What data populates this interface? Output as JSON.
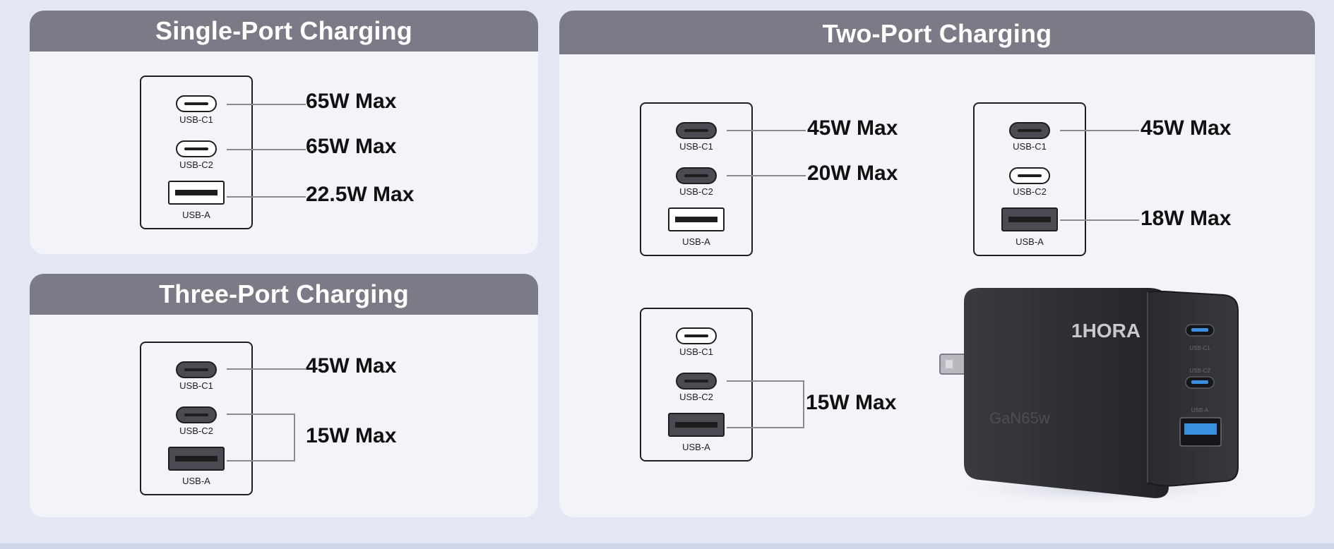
{
  "panels": {
    "single": {
      "title": "Single-Port Charging",
      "ports": [
        {
          "label": "USB-C1",
          "type": "c",
          "active": false,
          "watt": "65W Max"
        },
        {
          "label": "USB-C2",
          "type": "c",
          "active": false,
          "watt": "65W Max"
        },
        {
          "label": "USB-A",
          "type": "a",
          "active": false,
          "watt": "22.5W Max"
        }
      ]
    },
    "three": {
      "title": "Three-Port Charging",
      "ports": [
        {
          "label": "USB-C1",
          "type": "c",
          "active": true,
          "watt": "45W Max"
        },
        {
          "label": "USB-C2",
          "type": "c",
          "active": true
        },
        {
          "label": "USB-A",
          "type": "a",
          "active": true
        }
      ],
      "shared_watt": "15W Max"
    },
    "two": {
      "title": "Two-Port Charging",
      "combo1": {
        "ports": [
          {
            "label": "USB-C1",
            "type": "c",
            "active": true,
            "watt": "45W Max"
          },
          {
            "label": "USB-C2",
            "type": "c",
            "active": true,
            "watt": "20W Max"
          },
          {
            "label": "USB-A",
            "type": "a",
            "active": false
          }
        ]
      },
      "combo2": {
        "ports": [
          {
            "label": "USB-C1",
            "type": "c",
            "active": true,
            "watt": "45W Max"
          },
          {
            "label": "USB-C2",
            "type": "c",
            "active": false
          },
          {
            "label": "USB-A",
            "type": "a",
            "active": true,
            "watt": "18W Max"
          }
        ]
      },
      "combo3": {
        "ports": [
          {
            "label": "USB-C1",
            "type": "c",
            "active": false
          },
          {
            "label": "USB-C2",
            "type": "c",
            "active": true
          },
          {
            "label": "USB-A",
            "type": "a",
            "active": true
          }
        ],
        "shared_watt": "15W Max"
      }
    }
  },
  "charger": {
    "brand": "1HORA",
    "model_text": "GaN65w",
    "port_labels": [
      "USB-C1",
      "USB-C2",
      "USB-A"
    ],
    "body_color": "#2c2d31",
    "accent_blue": "#3a8fe0"
  }
}
